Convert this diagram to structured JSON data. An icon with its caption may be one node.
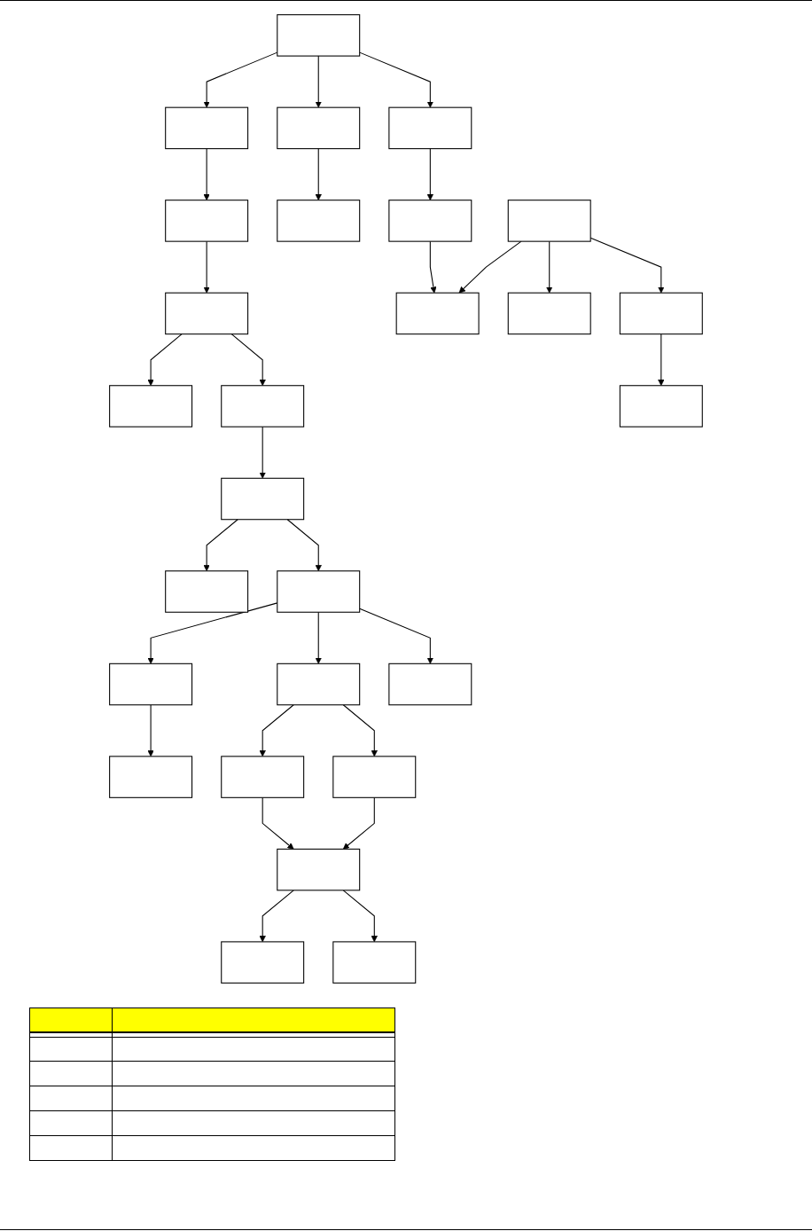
{
  "diagram": {
    "nodes": [
      {
        "text": [],
        "shape": "box"
      },
      {
        "text": [],
        "shape": "box"
      },
      {
        "text": [],
        "shape": "box"
      },
      {
        "text": [],
        "shape": "box"
      },
      {
        "text": [],
        "shape": "box"
      },
      {
        "text": [],
        "shape": "box"
      },
      {
        "text": [],
        "shape": "box"
      },
      {
        "text": [],
        "shape": "box"
      },
      {
        "text": [],
        "shape": "box"
      },
      {
        "text": [],
        "shape": "box"
      },
      {
        "text": [],
        "shape": "box"
      },
      {
        "text": [],
        "shape": "box"
      },
      {
        "text": [],
        "shape": "box"
      },
      {
        "text": [],
        "shape": "box"
      },
      {
        "text": [],
        "shape": "box"
      },
      {
        "text": [],
        "shape": "box"
      },
      {
        "text": [],
        "shape": "box"
      },
      {
        "text": [],
        "shape": "box"
      },
      {
        "text": [],
        "shape": "box"
      },
      {
        "text": [],
        "shape": "box"
      },
      {
        "text": [],
        "shape": "box"
      },
      {
        "text": [],
        "shape": "box"
      },
      {
        "text": [],
        "shape": "box"
      },
      {
        "text": [],
        "shape": "box"
      },
      {
        "text": [],
        "shape": "box"
      },
      {
        "text": [],
        "shape": "box"
      },
      {
        "text": [],
        "shape": "box"
      }
    ],
    "edges": [
      {
        "from": 0,
        "to": 1,
        "arrow": "to"
      },
      {
        "from": 0,
        "to": 2,
        "arrow": "to"
      },
      {
        "from": 0,
        "to": 6,
        "arrow": "to"
      },
      {
        "from": 1,
        "to": 3,
        "arrow": "to"
      },
      {
        "from": 2,
        "to": 4,
        "arrow": "to"
      },
      {
        "from": 3,
        "to": 5,
        "arrow": "to"
      },
      {
        "from": 5,
        "to": 7,
        "arrow": "to"
      },
      {
        "from": 5,
        "to": 8,
        "arrow": "to"
      },
      {
        "from": 6,
        "to": 9,
        "arrow": "to"
      },
      {
        "from": 8,
        "to": 11,
        "arrow": "to"
      },
      {
        "from": 9,
        "to": 15,
        "arrow": "to"
      },
      {
        "from": 10,
        "to": 15,
        "arrow": "to"
      },
      {
        "from": 10,
        "to": 16,
        "arrow": "to"
      },
      {
        "from": 10,
        "to": 12,
        "arrow": "to"
      },
      {
        "from": 11,
        "to": 13,
        "arrow": "to"
      },
      {
        "from": 11,
        "to": 14,
        "arrow": "to"
      },
      {
        "from": 12,
        "to": 17,
        "arrow": "to"
      },
      {
        "from": 14,
        "to": 18,
        "arrow": "to"
      },
      {
        "from": 14,
        "to": 19,
        "arrow": "to"
      },
      {
        "from": 14,
        "to": 20,
        "arrow": "to"
      },
      {
        "from": 18,
        "to": 21,
        "arrow": "to"
      },
      {
        "from": 19,
        "to": 22,
        "arrow": "to"
      },
      {
        "from": 19,
        "to": 23,
        "arrow": "to"
      },
      {
        "from": 22,
        "to": 24,
        "arrow": "to"
      },
      {
        "from": 23,
        "to": 24,
        "arrow": "to"
      },
      {
        "from": 24,
        "to": 25,
        "arrow": "to"
      },
      {
        "from": 24,
        "to": 26,
        "arrow": "to"
      }
    ]
  }
}
